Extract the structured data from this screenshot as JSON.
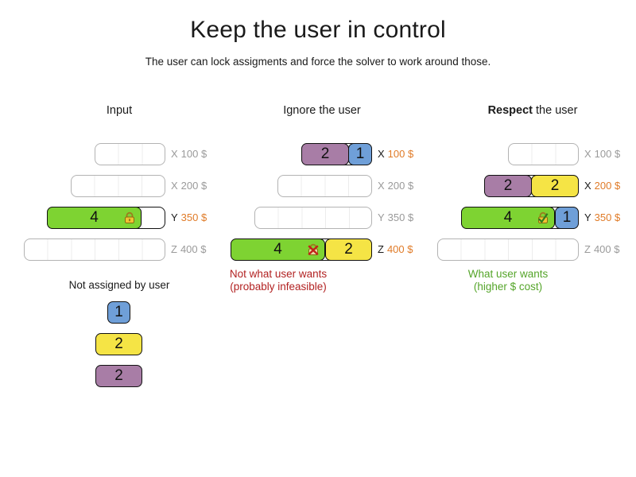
{
  "title": "Keep the user in control",
  "subtitle": "The user can lock assigments and force the solver to work around those.",
  "columns": [
    {
      "title": "Input",
      "rows": [
        {
          "machine": "X",
          "cost": "100 $",
          "cells": 3,
          "highlighted": false,
          "blocks": []
        },
        {
          "machine": "X",
          "cost": "200 $",
          "cells": 4,
          "highlighted": false,
          "blocks": []
        },
        {
          "machine": "Y",
          "cost": "350 $",
          "cells": 5,
          "highlighted": true,
          "blocks": [
            {
              "value": "4",
              "color": "green",
              "span": 4,
              "icon": "lock-icon"
            }
          ]
        },
        {
          "machine": "Z",
          "cost": "400 $",
          "cells": 6,
          "highlighted": false,
          "blocks": []
        }
      ]
    },
    {
      "title": "Ignore the user",
      "rows": [
        {
          "machine": "X",
          "cost": "100 $",
          "cells": 3,
          "highlighted": true,
          "blocks": [
            {
              "value": "2",
              "color": "purple",
              "span": 2
            },
            {
              "value": "1",
              "color": "blue",
              "span": 1
            }
          ]
        },
        {
          "machine": "X",
          "cost": "200 $",
          "cells": 4,
          "highlighted": false,
          "blocks": []
        },
        {
          "machine": "Y",
          "cost": "350 $",
          "cells": 5,
          "highlighted": false,
          "blocks": []
        },
        {
          "machine": "Z",
          "cost": "400 $",
          "cells": 6,
          "highlighted": true,
          "blocks": [
            {
              "value": "4",
              "color": "green",
              "span": 4,
              "icon": "lock-crossed-icon"
            },
            {
              "value": "2",
              "color": "yellow",
              "span": 2
            }
          ]
        }
      ],
      "caption": {
        "line1": "Not what user wants",
        "line2": "(probably infeasible)",
        "color": "#b22222"
      }
    },
    {
      "title_emphasis": "Respect",
      "title_rest": " the user",
      "rows": [
        {
          "machine": "X",
          "cost": "100 $",
          "cells": 3,
          "highlighted": false,
          "blocks": []
        },
        {
          "machine": "X",
          "cost": "200 $",
          "cells": 4,
          "highlighted": true,
          "blocks": [
            {
              "value": "2",
              "color": "purple",
              "span": 2
            },
            {
              "value": "2",
              "color": "yellow",
              "span": 2
            }
          ]
        },
        {
          "machine": "Y",
          "cost": "350 $",
          "cells": 5,
          "highlighted": true,
          "blocks": [
            {
              "value": "4",
              "color": "green",
              "span": 4,
              "icon": "lock-check-icon"
            },
            {
              "value": "1",
              "color": "blue",
              "span": 1
            }
          ]
        },
        {
          "machine": "Z",
          "cost": "400 $",
          "cells": 6,
          "highlighted": false,
          "blocks": []
        }
      ],
      "caption": {
        "line1": "What user wants",
        "line2": "(higher $ cost)",
        "color": "#55a52a"
      }
    }
  ],
  "unassigned": {
    "title": "Not assigned by user",
    "blocks": [
      {
        "value": "1",
        "color": "blue",
        "span": 1
      },
      {
        "value": "2",
        "color": "yellow",
        "span": 2
      },
      {
        "value": "2",
        "color": "purple",
        "span": 2
      }
    ]
  },
  "colors": {
    "block_green": "#7ed332",
    "block_purple": "#a87da6",
    "block_blue": "#6f9fd8",
    "block_yellow": "#f5e445",
    "highlighted_cost": "#e07b28",
    "inactive_label": "#9a9a9a",
    "caption_red": "#b22222",
    "caption_green": "#55a52a"
  }
}
